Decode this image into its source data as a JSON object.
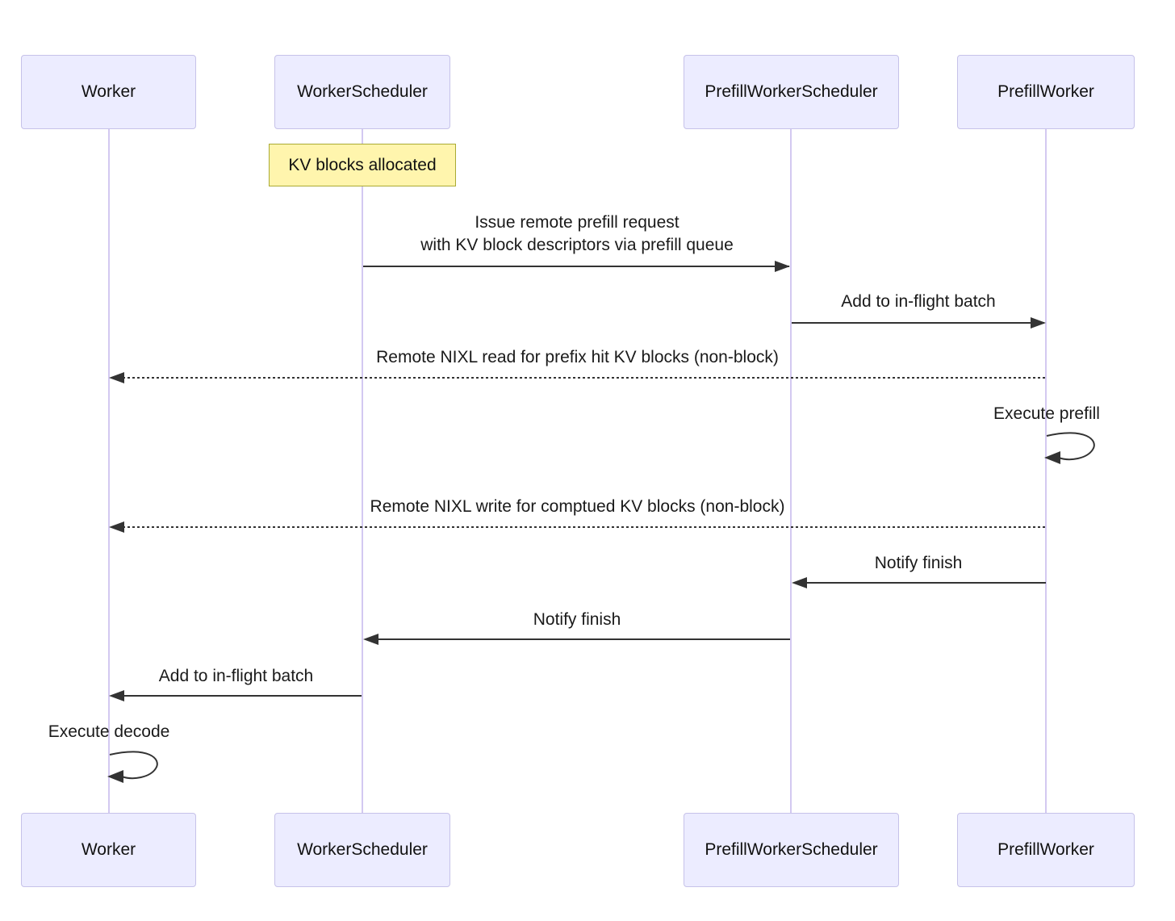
{
  "diagram": {
    "type": "sequence",
    "actors": [
      {
        "name": "Worker"
      },
      {
        "name": "WorkerScheduler"
      },
      {
        "name": "PrefillWorkerScheduler"
      },
      {
        "name": "PrefillWorker"
      }
    ],
    "note": {
      "over": "WorkerScheduler",
      "text": "KV blocks allocated"
    },
    "messages": [
      {
        "from": "WorkerScheduler",
        "to": "PrefillWorkerScheduler",
        "style": "solid",
        "direction": "right",
        "text_line1": "Issue remote prefill request",
        "text_line2": "with KV block descriptors via prefill queue"
      },
      {
        "from": "PrefillWorkerScheduler",
        "to": "PrefillWorker",
        "style": "solid",
        "direction": "right",
        "text": "Add to in-flight batch"
      },
      {
        "from": "PrefillWorker",
        "to": "Worker",
        "style": "dashed",
        "direction": "left",
        "text": "Remote NIXL read for prefix hit KV blocks (non-block)"
      },
      {
        "from": "PrefillWorker",
        "to": "PrefillWorker",
        "style": "self",
        "text": "Execute prefill"
      },
      {
        "from": "PrefillWorker",
        "to": "Worker",
        "style": "dashed",
        "direction": "left",
        "text": "Remote NIXL write for comptued KV blocks (non-block)"
      },
      {
        "from": "PrefillWorker",
        "to": "PrefillWorkerScheduler",
        "style": "solid",
        "direction": "left",
        "text": "Notify finish"
      },
      {
        "from": "PrefillWorkerScheduler",
        "to": "WorkerScheduler",
        "style": "solid",
        "direction": "left",
        "text": "Notify finish"
      },
      {
        "from": "WorkerScheduler",
        "to": "Worker",
        "style": "solid",
        "direction": "left",
        "text": "Add to in-flight batch"
      },
      {
        "from": "Worker",
        "to": "Worker",
        "style": "self",
        "text": "Execute decode"
      }
    ],
    "colors": {
      "actor_fill": "#ECECFF",
      "actor_border": "#c6c2e9",
      "lifeline": "#d3c9f1",
      "note_fill": "#fff5ad",
      "note_border": "#aaaa33",
      "arrow": "#333333",
      "text": "#1a1a1a",
      "background": "#ffffff"
    }
  }
}
